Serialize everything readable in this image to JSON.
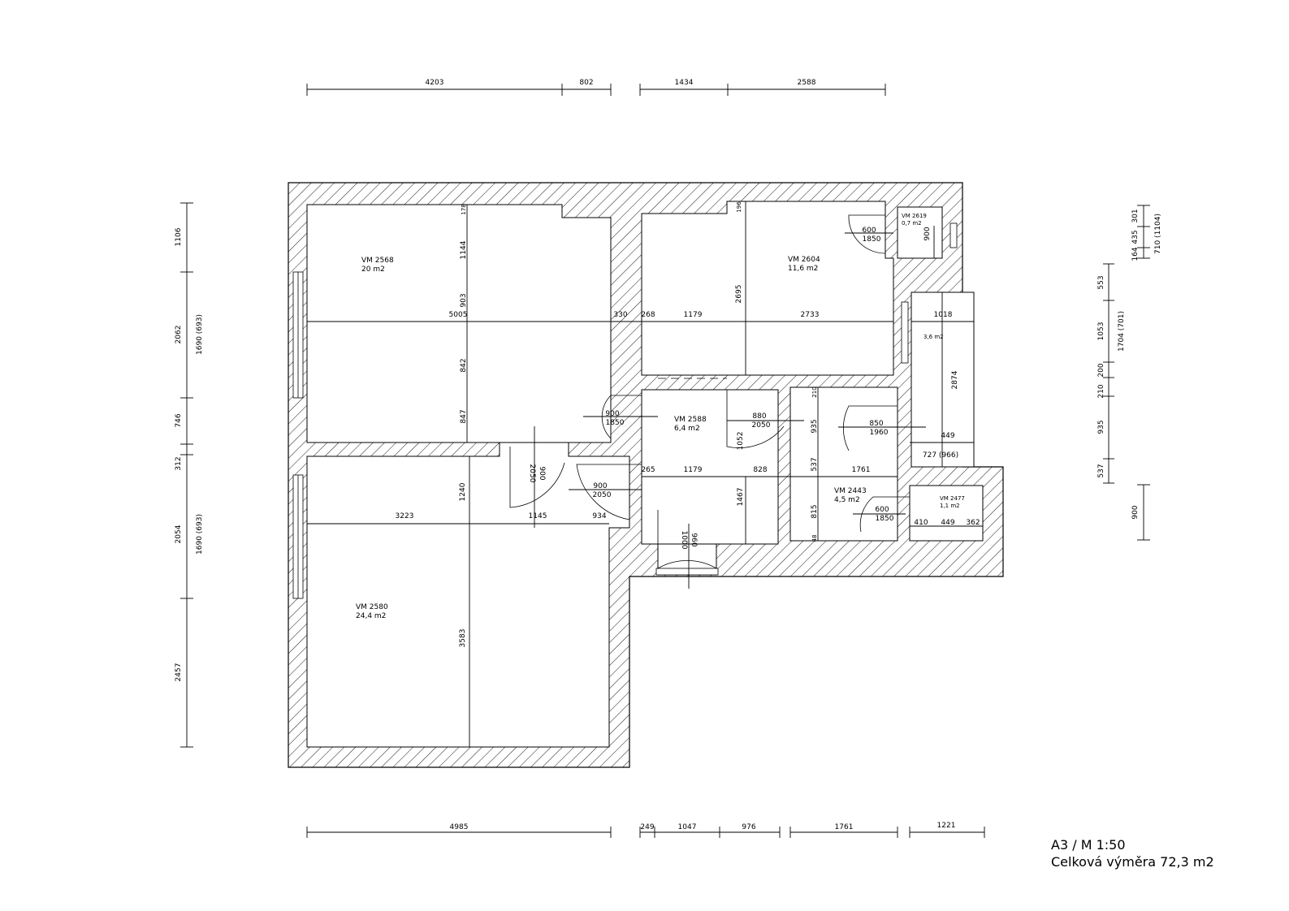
{
  "footer": {
    "scale": "A3 / M 1:50",
    "total_area": "Celková výměra 72,3 m2"
  },
  "rooms": [
    {
      "code": "VM 2568",
      "area": "20 m2"
    },
    {
      "code": "VM 2604",
      "area": "11,6 m2"
    },
    {
      "code": "VM 2619",
      "area": "0,7 m2"
    },
    {
      "code": "",
      "area": "3,6 m2"
    },
    {
      "code": "VM 2588",
      "area": "6,4 m2"
    },
    {
      "code": "VM 2443",
      "area": "4,5 m2"
    },
    {
      "code": "VM 2477",
      "area": "1,1 m2"
    },
    {
      "code": "VM 2580",
      "area": "24,4 m2"
    }
  ],
  "dims_top": [
    "4203",
    "802",
    "1434",
    "2588"
  ],
  "dims_bottom": [
    "4985",
    "249",
    "1047",
    "976",
    "1761",
    "1221"
  ],
  "dims_left": [
    "1106",
    "2062",
    "746",
    "312",
    "2054",
    "2457",
    "1690 (693)",
    "1690 (693)"
  ],
  "dims_right": [
    "553",
    "1053",
    "200",
    "210",
    "935",
    "537",
    "1704 (701)",
    "301",
    "435",
    "164",
    "710 (1104)",
    "900"
  ],
  "dims_inner": [
    "178",
    "1144",
    "903",
    "842",
    "847",
    "5005",
    "330",
    "268",
    "1179",
    "2733",
    "196",
    "2695",
    "1018",
    "2874",
    "449",
    "727 (966)",
    "210",
    "935",
    "537",
    "815",
    "48",
    "1761",
    "265",
    "1179",
    "828",
    "1052",
    "1467",
    "3223",
    "1145",
    "934",
    "1240",
    "3583",
    "410",
    "449",
    "362"
  ],
  "doors": [
    "900",
    "1850",
    "900",
    "2050",
    "900",
    "2050",
    "880",
    "2050",
    "850",
    "1960",
    "600",
    "1850",
    "600",
    "1850",
    "900",
    "1000",
    "960",
    "900"
  ]
}
